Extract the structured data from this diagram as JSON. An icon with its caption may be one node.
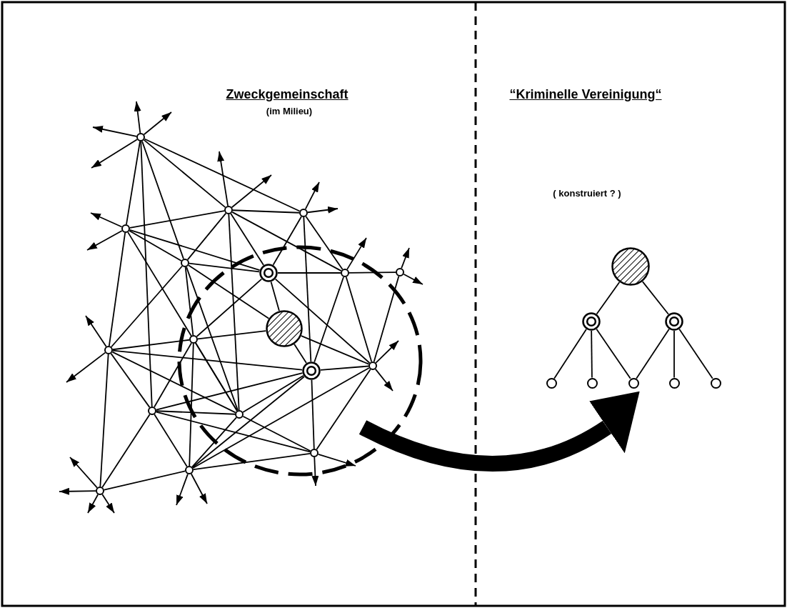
{
  "diagram": {
    "nodes": [
      {
        "text": [],
        "shape": "circle"
      },
      {
        "text": [],
        "shape": "circle"
      },
      {
        "text": [],
        "shape": "circle"
      },
      {
        "text": [],
        "shape": "circle"
      },
      {
        "text": [],
        "shape": "circle"
      },
      {
        "text": [],
        "shape": "circle"
      },
      {
        "text": [],
        "shape": "circle"
      },
      {
        "text": [],
        "shape": "circle"
      },
      {
        "text": [],
        "shape": "circle"
      },
      {
        "text": [],
        "shape": "circle"
      },
      {
        "text": [],
        "shape": "circle"
      },
      {
        "text": [],
        "shape": "circle"
      },
      {
        "text": [],
        "shape": "circle"
      },
      {
        "text": [],
        "shape": "circle"
      },
      {
        "text": [],
        "shape": "circle"
      },
      {
        "text": [],
        "shape": "circle"
      },
      {
        "text": [],
        "shape": "circle"
      },
      {
        "text": [],
        "shape": "circle"
      },
      {
        "text": [],
        "shape": "circle"
      },
      {
        "text": [],
        "shape": "circle"
      },
      {
        "text": [],
        "shape": "circle"
      },
      {
        "text": [],
        "shape": "circle"
      },
      {
        "text": [],
        "shape": "circle"
      },
      {
        "text": [],
        "shape": "circle"
      },
      {
        "text": [],
        "shape": "circle"
      },
      {
        "text": [],
        "shape": "circle"
      }
    ],
    "edges": [
      {
        "from": 0,
        "to": 3,
        "arrow": "none"
      },
      {
        "from": 3,
        "to": 9,
        "arrow": "none"
      },
      {
        "from": 0,
        "to": 13,
        "arrow": "none"
      },
      {
        "from": 0,
        "to": 4,
        "arrow": "none"
      },
      {
        "from": 0,
        "to": 1,
        "arrow": "none"
      },
      {
        "from": 0,
        "to": 2,
        "arrow": "none"
      },
      {
        "from": 1,
        "to": 3,
        "arrow": "none"
      },
      {
        "from": 1,
        "to": 4,
        "arrow": "none"
      },
      {
        "from": 1,
        "to": 14,
        "arrow": "none"
      },
      {
        "from": 1,
        "to": 2,
        "arrow": "none"
      },
      {
        "from": 1,
        "to": 5,
        "arrow": "none"
      },
      {
        "from": 1,
        "to": 6,
        "arrow": "none"
      },
      {
        "from": 3,
        "to": 4,
        "arrow": "none"
      },
      {
        "from": 3,
        "to": 14,
        "arrow": "none"
      },
      {
        "from": 3,
        "to": 5,
        "arrow": "none"
      },
      {
        "from": 4,
        "to": 9,
        "arrow": "none"
      },
      {
        "from": 4,
        "to": 10,
        "arrow": "none"
      },
      {
        "from": 4,
        "to": 14,
        "arrow": "none"
      },
      {
        "from": 4,
        "to": 8,
        "arrow": "none"
      },
      {
        "from": 4,
        "to": 5,
        "arrow": "none"
      },
      {
        "from": 2,
        "to": 5,
        "arrow": "none"
      },
      {
        "from": 2,
        "to": 12,
        "arrow": "none"
      },
      {
        "from": 2,
        "to": 6,
        "arrow": "none"
      },
      {
        "from": 5,
        "to": 6,
        "arrow": "none"
      },
      {
        "from": 5,
        "to": 8,
        "arrow": "none"
      },
      {
        "from": 5,
        "to": 10,
        "arrow": "none"
      },
      {
        "from": 5,
        "to": 11,
        "arrow": "none"
      },
      {
        "from": 6,
        "to": 7,
        "arrow": "none"
      },
      {
        "from": 6,
        "to": 12,
        "arrow": "none"
      },
      {
        "from": 6,
        "to": 11,
        "arrow": "none"
      },
      {
        "from": 7,
        "to": 11,
        "arrow": "none"
      },
      {
        "from": 8,
        "to": 12,
        "arrow": "none"
      },
      {
        "from": 8,
        "to": 10,
        "arrow": "none"
      },
      {
        "from": 8,
        "to": 11,
        "arrow": "none"
      },
      {
        "from": 12,
        "to": 11,
        "arrow": "none"
      },
      {
        "from": 9,
        "to": 10,
        "arrow": "none"
      },
      {
        "from": 9,
        "to": 12,
        "arrow": "none"
      },
      {
        "from": 9,
        "to": 14,
        "arrow": "none"
      },
      {
        "from": 9,
        "to": 13,
        "arrow": "none"
      },
      {
        "from": 9,
        "to": 17,
        "arrow": "none"
      },
      {
        "from": 10,
        "to": 13,
        "arrow": "none"
      },
      {
        "from": 10,
        "to": 16,
        "arrow": "none"
      },
      {
        "from": 10,
        "to": 14,
        "arrow": "none"
      },
      {
        "from": 13,
        "to": 14,
        "arrow": "none"
      },
      {
        "from": 13,
        "to": 15,
        "arrow": "none"
      },
      {
        "from": 13,
        "to": 12,
        "arrow": "none"
      },
      {
        "from": 13,
        "to": 17,
        "arrow": "none"
      },
      {
        "from": 13,
        "to": 16,
        "arrow": "none"
      },
      {
        "from": 14,
        "to": 12,
        "arrow": "none"
      },
      {
        "from": 14,
        "to": 15,
        "arrow": "none"
      },
      {
        "from": 14,
        "to": 16,
        "arrow": "none"
      },
      {
        "from": 15,
        "to": 16,
        "arrow": "none"
      },
      {
        "from": 15,
        "to": 12,
        "arrow": "none"
      },
      {
        "from": 15,
        "to": 11,
        "arrow": "none"
      },
      {
        "from": 16,
        "to": 17,
        "arrow": "none"
      },
      {
        "from": 16,
        "to": 12,
        "arrow": "none"
      },
      {
        "from": 16,
        "to": 11,
        "arrow": "none"
      },
      {
        "from": 0,
        "to": null,
        "arrow": "to"
      },
      {
        "from": 0,
        "to": null,
        "arrow": "to"
      },
      {
        "from": 0,
        "to": null,
        "arrow": "to"
      },
      {
        "from": 0,
        "to": null,
        "arrow": "to"
      },
      {
        "from": 1,
        "to": null,
        "arrow": "to"
      },
      {
        "from": 1,
        "to": null,
        "arrow": "to"
      },
      {
        "from": 2,
        "to": null,
        "arrow": "to"
      },
      {
        "from": 2,
        "to": null,
        "arrow": "to"
      },
      {
        "from": 3,
        "to": null,
        "arrow": "to"
      },
      {
        "from": 3,
        "to": null,
        "arrow": "to"
      },
      {
        "from": 6,
        "to": null,
        "arrow": "to"
      },
      {
        "from": 7,
        "to": null,
        "arrow": "to"
      },
      {
        "from": 7,
        "to": null,
        "arrow": "to"
      },
      {
        "from": 9,
        "to": null,
        "arrow": "to"
      },
      {
        "from": 9,
        "to": null,
        "arrow": "to"
      },
      {
        "from": 11,
        "to": null,
        "arrow": "to"
      },
      {
        "from": 11,
        "to": null,
        "arrow": "to"
      },
      {
        "from": 15,
        "to": null,
        "arrow": "to"
      },
      {
        "from": 15,
        "to": null,
        "arrow": "to"
      },
      {
        "from": 16,
        "to": null,
        "arrow": "to"
      },
      {
        "from": 16,
        "to": null,
        "arrow": "to"
      },
      {
        "from": 17,
        "to": null,
        "arrow": "to"
      },
      {
        "from": 17,
        "to": null,
        "arrow": "to"
      },
      {
        "from": 17,
        "to": null,
        "arrow": "to"
      },
      {
        "from": 17,
        "to": null,
        "arrow": "to"
      },
      {
        "from": 18,
        "to": 19,
        "arrow": "none"
      },
      {
        "from": 18,
        "to": 20,
        "arrow": "none"
      },
      {
        "from": 19,
        "to": 21,
        "arrow": "none"
      },
      {
        "from": 19,
        "to": 22,
        "arrow": "none"
      },
      {
        "from": 19,
        "to": 23,
        "arrow": "none"
      },
      {
        "from": 20,
        "to": 23,
        "arrow": "none"
      },
      {
        "from": 20,
        "to": 24,
        "arrow": "none"
      },
      {
        "from": 20,
        "to": 25,
        "arrow": "none"
      }
    ],
    "labels": [
      "Zweckgemeinschaft",
      "(im Milieu)",
      "“Kriminelle Vereinigung“",
      "( konstruiert ? )"
    ]
  }
}
